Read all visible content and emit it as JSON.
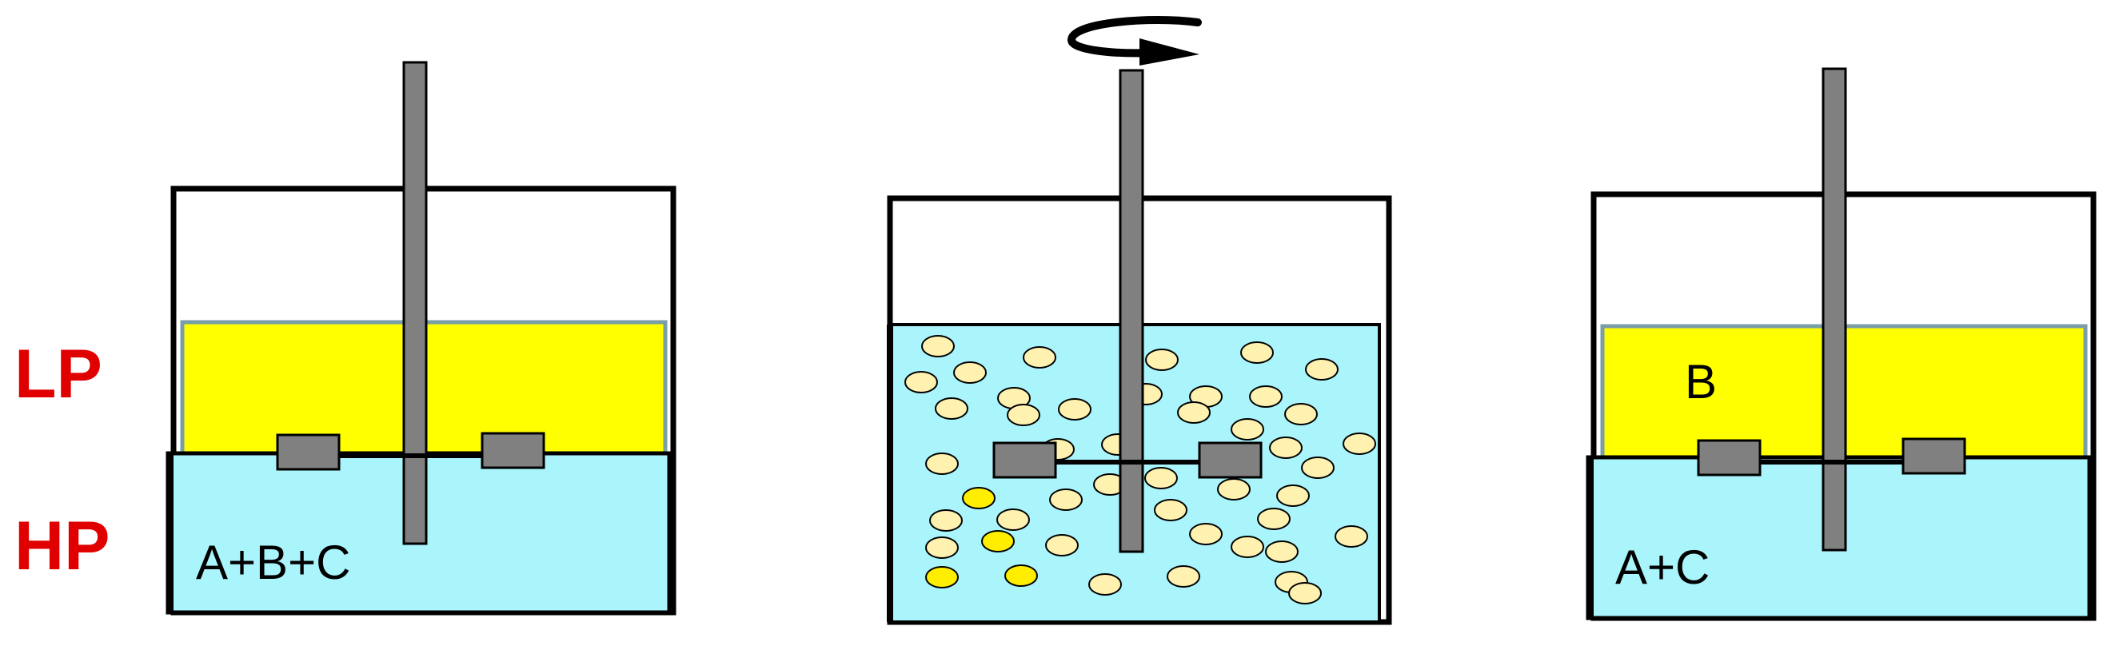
{
  "labels": {
    "lp": "LP",
    "hp": "HP",
    "vessel_left_content": "A+B+C",
    "vessel_right_upper_content": "B",
    "vessel_right_lower_content": "A+C"
  },
  "icons": {
    "rotation": "rotation-arrow-icon"
  },
  "colors": {
    "light_phase": "#ffff00",
    "heavy_phase": "#aaf4fc",
    "phase_border": "#7a9ea8",
    "shaft": "#808080",
    "droplet_pale": "#fff2b0",
    "droplet_bright": "#ffee00",
    "label_red": "#e00000",
    "outline": "#000000"
  }
}
